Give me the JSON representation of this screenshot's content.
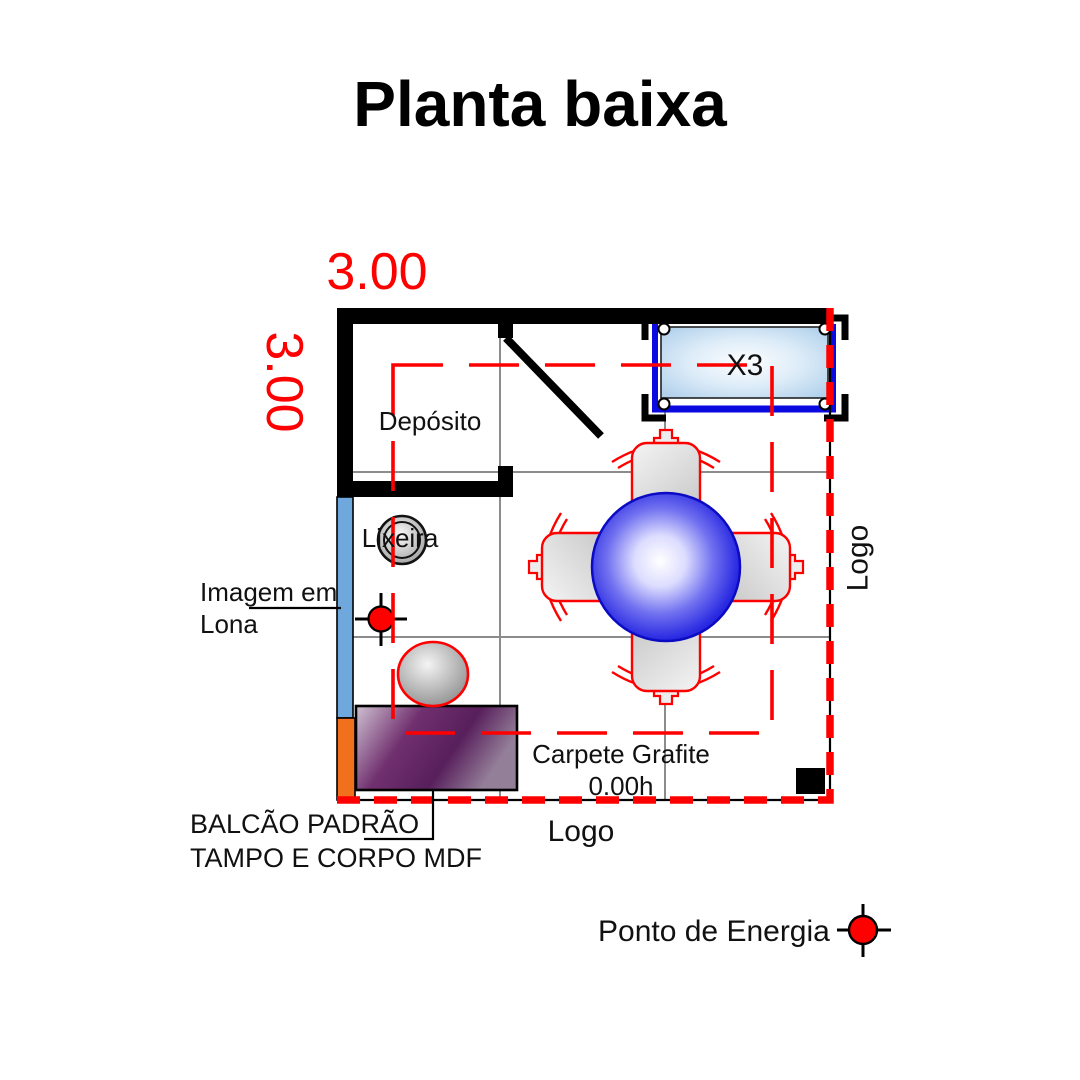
{
  "title": "Planta baixa",
  "dimensions": {
    "width_label": "3.00",
    "depth_label": "3.00"
  },
  "plan": {
    "deposito_label": "Depósito",
    "display_unit_label": "X3",
    "trash_label": "Lixeira",
    "canvas_label_line1": "Imagem em",
    "canvas_label_line2": "Lona",
    "counter_label_line1": "BALCÃO PADRÃO",
    "counter_label_line2": "TAMPO E CORPO MDF",
    "carpet_label_line1": "Carpete Grafite",
    "carpet_label_line2": "0.00h",
    "logo_bottom_label": "Logo",
    "logo_right_label": "Logo"
  },
  "legend": {
    "energy_point_label": "Ponto de Energia"
  },
  "colors": {
    "dimension_red": "#fe0000",
    "boundary_dash_red": "#fe0000",
    "canvas_strip_blue": "#6fa8dc",
    "accent_orange": "#f0701d",
    "counter_purple": "#5c2161",
    "table_blue": "#1d1de0",
    "display_frame_blue": "#0a0ae0",
    "wall_black": "#000000"
  }
}
